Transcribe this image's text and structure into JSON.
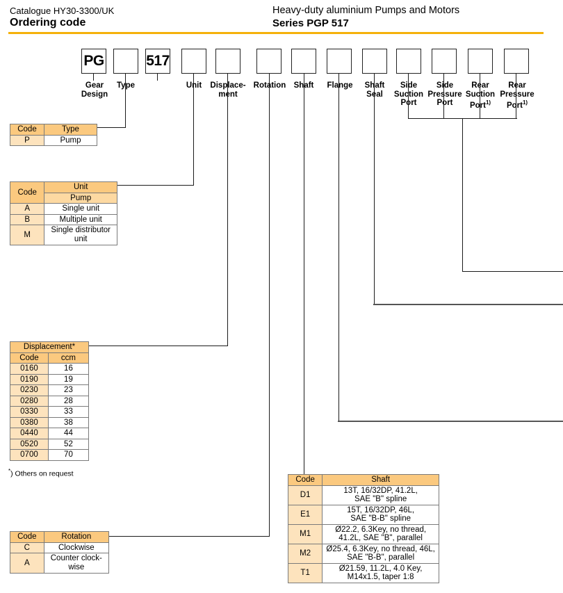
{
  "header": {
    "catalogue": "Catalogue HY30-3300/UK",
    "title": "Ordering code",
    "subtitle1": "Heavy-duty aluminium Pumps and Motors",
    "subtitle2": "Series PGP 517",
    "rule_color": "#f5b10a"
  },
  "code_boxes": [
    {
      "value": "PG",
      "label": "Gear\nDesign"
    },
    {
      "value": "",
      "label": "Type"
    },
    {
      "value": "517",
      "label": ""
    },
    {
      "value": "",
      "label": "Unit"
    },
    {
      "value": "",
      "label": "Displace-\nment"
    },
    {
      "value": "",
      "label": "Rotation"
    },
    {
      "value": "",
      "label": "Shaft"
    },
    {
      "value": "",
      "label": "Flange"
    },
    {
      "value": "",
      "label": "Shaft\nSeal"
    },
    {
      "value": "",
      "label": "Side\nSuction\nPort"
    },
    {
      "value": "",
      "label": "Side\nPressure\nPort"
    },
    {
      "value": "",
      "label": "Rear\nSuction\nPort"
    },
    {
      "value": "",
      "label": "Rear\nPressure\nPort"
    }
  ],
  "footnote_marker": "1)",
  "tables": {
    "type": {
      "headers": [
        "Code",
        "Type"
      ],
      "rows": [
        [
          "P",
          "Pump"
        ]
      ]
    },
    "unit": {
      "headers": [
        "Code",
        "Unit"
      ],
      "subheader": "Pump",
      "rows": [
        [
          "A",
          "Single unit"
        ],
        [
          "B",
          "Multiple unit"
        ],
        [
          "M",
          "Single distributor unit"
        ]
      ]
    },
    "displacement": {
      "title": "Displacement*",
      "headers": [
        "Code",
        "ccm"
      ],
      "rows": [
        [
          "0160",
          "16"
        ],
        [
          "0190",
          "19"
        ],
        [
          "0230",
          "23"
        ],
        [
          "0280",
          "28"
        ],
        [
          "0330",
          "33"
        ],
        [
          "0380",
          "38"
        ],
        [
          "0440",
          "44"
        ],
        [
          "0520",
          "52"
        ],
        [
          "0700",
          "70"
        ]
      ],
      "footnote": ") Others on request",
      "footnote_marker": "*"
    },
    "rotation": {
      "headers": [
        "Code",
        "Rotation"
      ],
      "rows": [
        [
          "C",
          "Clockwise"
        ],
        [
          "A",
          "Counter clock-wise"
        ]
      ]
    },
    "shaft": {
      "headers": [
        "Code",
        "Shaft"
      ],
      "rows": [
        [
          "D1",
          "13T, 16/32DP, 41.2L,\nSAE \"B\" spline"
        ],
        [
          "E1",
          "15T, 16/32DP, 46L,\nSAE \"B-B\" spline"
        ],
        [
          "M1",
          "Ø22.2, 6.3Key, no thread,\n41.2L, SAE \"B\", parallel"
        ],
        [
          "M2",
          "Ø25.4, 6.3Key, no thread, 46L,\nSAE \"B-B\", parallel"
        ],
        [
          "T1",
          "Ø21.59, 11.2L, 4.0 Key,\nM14x1.5, taper 1:8"
        ]
      ]
    }
  }
}
